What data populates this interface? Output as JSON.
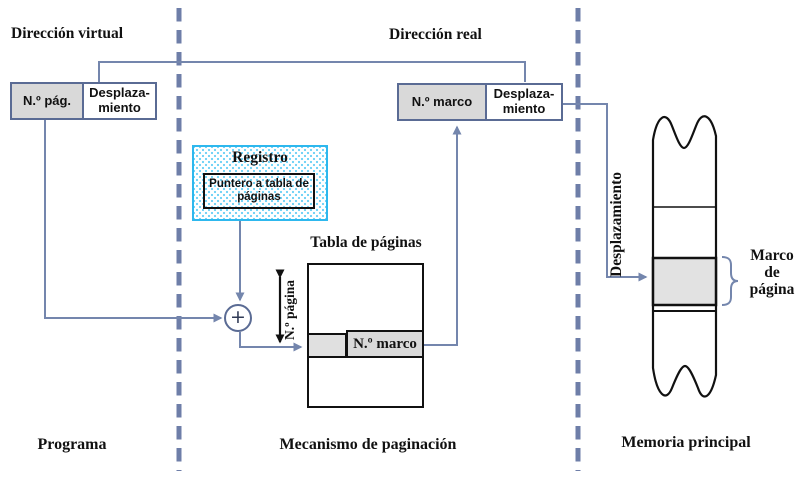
{
  "header": {
    "virtual_title": "Dirección virtual",
    "real_title": "Dirección real"
  },
  "virtual_address": {
    "page": "N.º pág.",
    "offset": "Desplaza- miento"
  },
  "real_address": {
    "frame": "N.º marco",
    "offset": "Desplaza- miento"
  },
  "register": {
    "title": "Registro",
    "pointer": "Puntero a tabla de páginas"
  },
  "page_table": {
    "title": "Tabla de páginas",
    "frame_cell": "N.º marco",
    "page_number_label": "N.º página"
  },
  "adder": {
    "symbol": "+"
  },
  "memory": {
    "offset_label": "Desplazamiento",
    "frame_label": "Marco de página"
  },
  "sections": {
    "program": "Programa",
    "paging": "Mecanismo de paginación",
    "memory": "Memoria principal"
  },
  "colors": {
    "connector": "#7486ad",
    "dashed_divider": "#6e7ea8",
    "address_box_border": "#5a6b94",
    "gray_cell_fill": "#d9d9d9",
    "register_border": "#2eb8ee",
    "register_dots": "#6fd2f5",
    "frame_band_fill": "#e2e2e2",
    "ink": "#111111"
  }
}
